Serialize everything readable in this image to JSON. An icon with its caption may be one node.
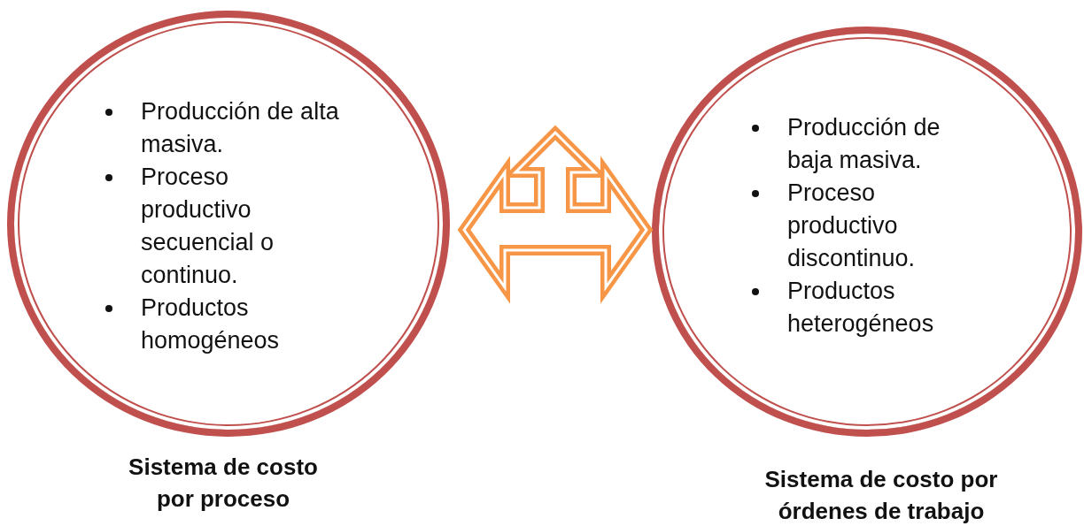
{
  "diagram": {
    "nodes": [
      {
        "text": [
          "Producción de alta masiva.",
          "Proceso productivo secuencial o continuo.",
          "Productos homogéneos"
        ],
        "beside": [
          "Sistema de costo por proceso"
        ]
      },
      {
        "text": [
          "Producción de baja masiva.",
          "Proceso productivo discontinuo.",
          "Productos heterogéneos"
        ],
        "beside": [
          "Sistema de costo por órdenes de trabajo"
        ]
      }
    ],
    "edges": [
      {
        "from": 0,
        "to": 1,
        "arrow": "both"
      }
    ]
  }
}
